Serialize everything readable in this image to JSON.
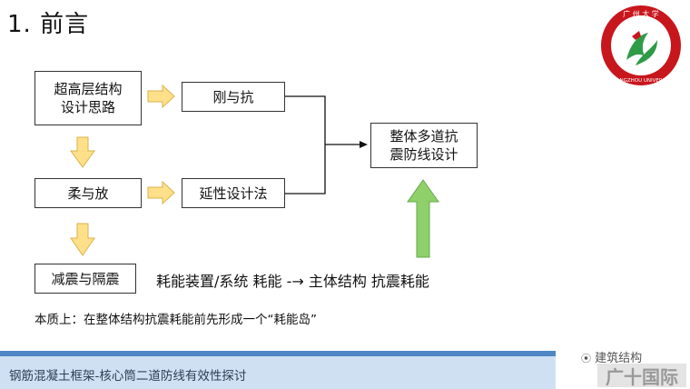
{
  "title": "1. 前言",
  "boxes": {
    "approach": [
      "超高层结构",
      "设计思路"
    ],
    "rigid": "刚与抗",
    "flexible": "柔与放",
    "ductile": "延性设计法",
    "reduction": "减震与隔震",
    "overall": [
      "整体多道抗",
      "震防线设计"
    ]
  },
  "energy_line": "耗能装置/系统 耗能 -→ 主体结构 抗震耗能",
  "essence": "本质上：在整体结构抗震耗能前先形成一个“耗能岛”",
  "footer": "钢筋混凝土框架-核心筒二道防线有效性探讨",
  "logo": {
    "text_top": "广 州 大 学",
    "text_ring": "GUANGZHOU UNIVERSITY",
    "color": "#c8161d"
  },
  "watermark": {
    "line1": "建筑结构",
    "line2": "广十国际"
  },
  "colors": {
    "arrow_yellow": "#ffe08a",
    "arrow_green": "#8fd06a",
    "footer_bg": "#cfe0f2"
  }
}
